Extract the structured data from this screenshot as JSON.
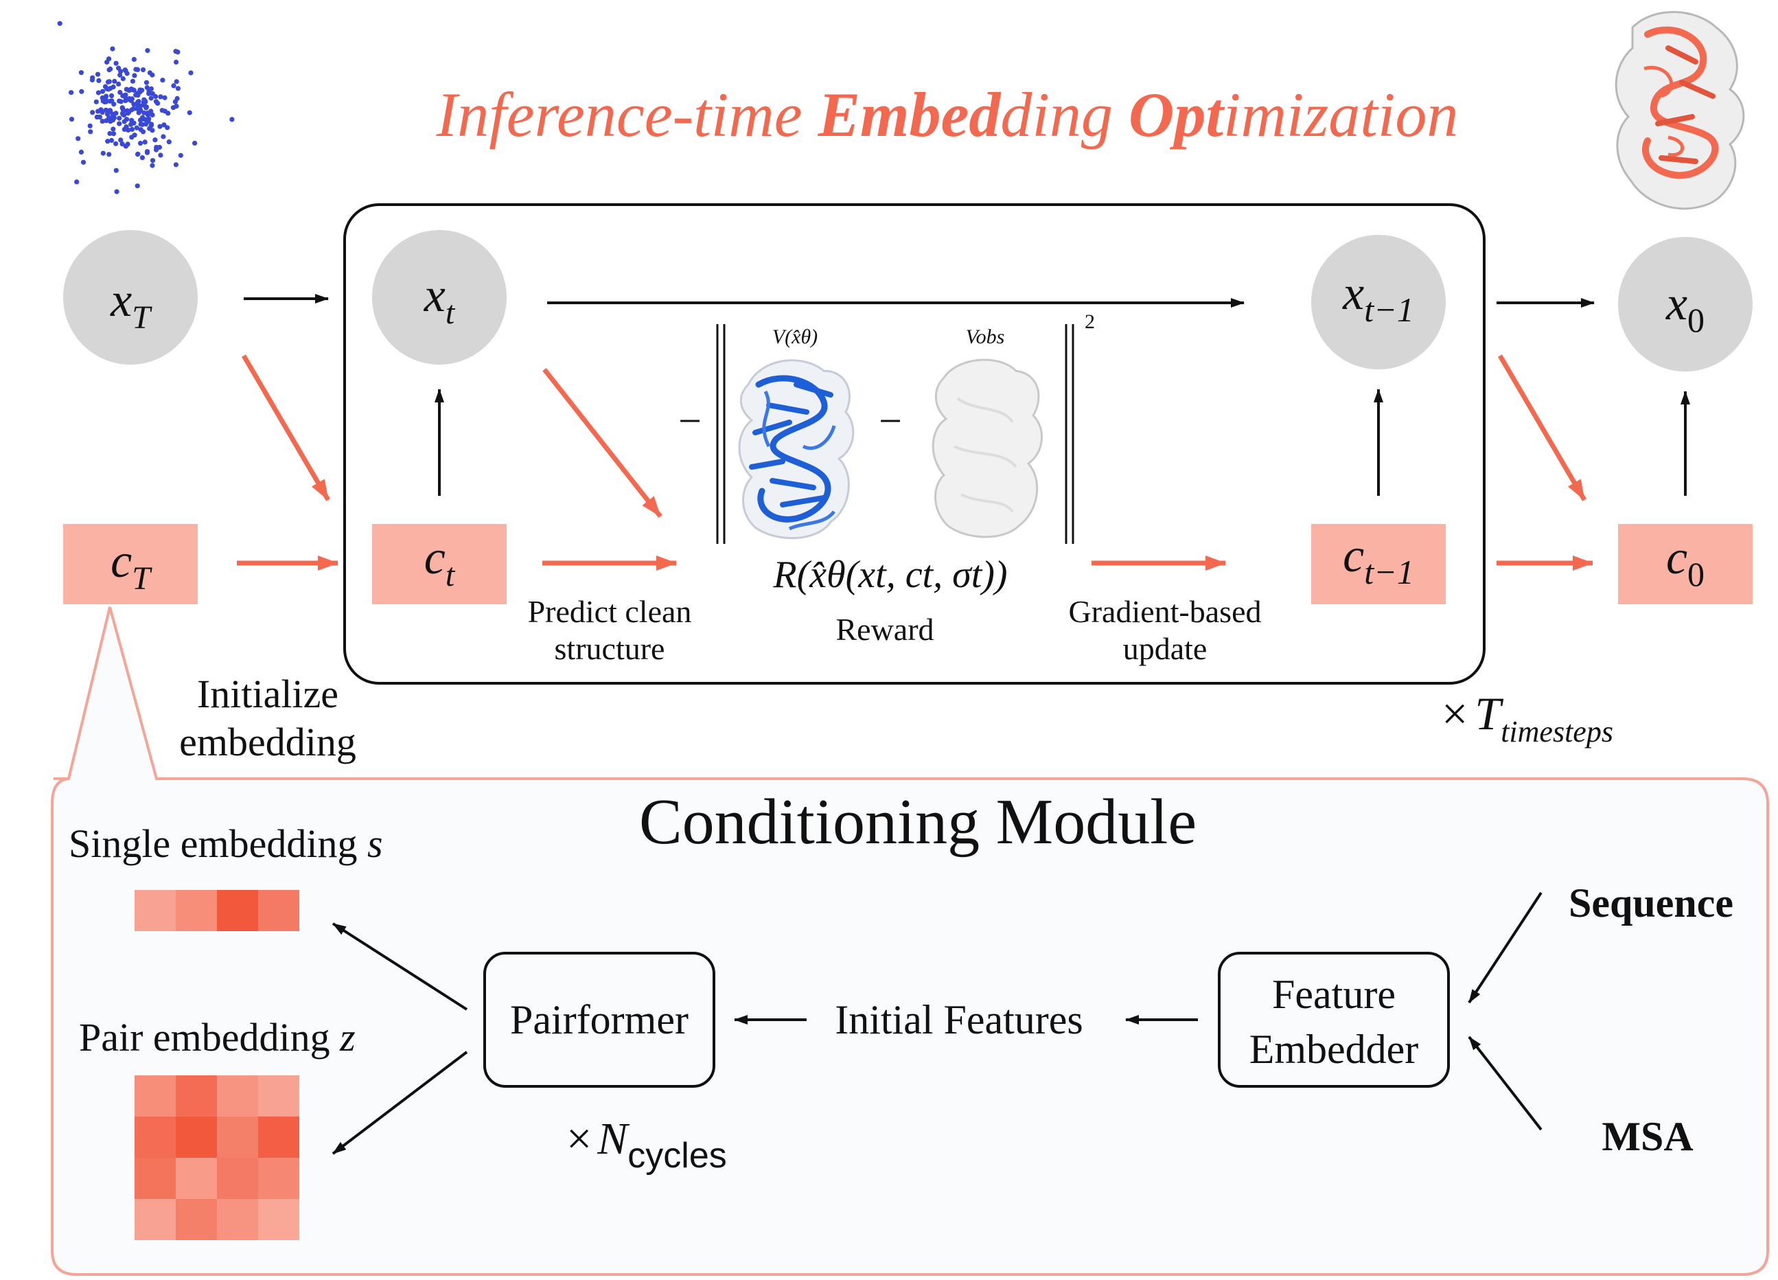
{
  "title": {
    "part1": "Inference-time ",
    "part2": "Embed",
    "part3": "ding ",
    "part4": "Opt",
    "part5": "imization"
  },
  "colors": {
    "accent": "#f2694f",
    "accent_light": "#f9b2a4",
    "node_gray": "#d6d6d6",
    "module_bg": "#fafbfd",
    "module_border": "#f4a596",
    "protein_blue": "#1f5fd6",
    "scatter_blue": "#3a48d6"
  },
  "nodes": {
    "xT": {
      "base": "x",
      "sub": "T"
    },
    "xt": {
      "base": "x",
      "sub": "t"
    },
    "xtm1": {
      "base": "x",
      "sub": "t−1"
    },
    "x0": {
      "base": "x",
      "sub": "0"
    },
    "cT": {
      "base": "c",
      "sub": "T"
    },
    "ct": {
      "base": "c",
      "sub": "t"
    },
    "ctm1": {
      "base": "c",
      "sub": "t−1"
    },
    "c0": {
      "base": "c",
      "sub": "0"
    }
  },
  "loop": {
    "predict": [
      "Predict clean",
      "structure"
    ],
    "reward_formula": "R(x̂θ(xt, ct, σt))",
    "reward_label": "Reward",
    "update": [
      "Gradient-based",
      "update"
    ],
    "v_pred_label": "V(x̂θ)",
    "v_obs_label": "Vobs",
    "norm_power": "2",
    "neg_sign": "−",
    "minus_sign": "−",
    "times_T": {
      "times": "×",
      "base": "T",
      "sub": "timesteps"
    }
  },
  "init_embedding": [
    "Initialize",
    "embedding"
  ],
  "module": {
    "title": "Conditioning Module",
    "single_label": {
      "text": "Single embedding ",
      "var": "s"
    },
    "pair_label": {
      "text": "Pair embedding ",
      "var": "z"
    },
    "pairformer": "Pairformer",
    "initial_features": "Initial Features",
    "feature_embedder": [
      "Feature",
      "Embedder"
    ],
    "sequence": "Sequence",
    "msa": "MSA",
    "times_N": {
      "times": "×",
      "base": "N",
      "sub": "cycles"
    },
    "single_cells": [
      0.45,
      0.6,
      1.0,
      0.75
    ],
    "pair_cells": [
      [
        0.6,
        0.85,
        0.55,
        0.45
      ],
      [
        0.85,
        1.0,
        0.7,
        0.95
      ],
      [
        0.8,
        0.5,
        0.75,
        0.65
      ],
      [
        0.45,
        0.7,
        0.55,
        0.4
      ]
    ]
  }
}
